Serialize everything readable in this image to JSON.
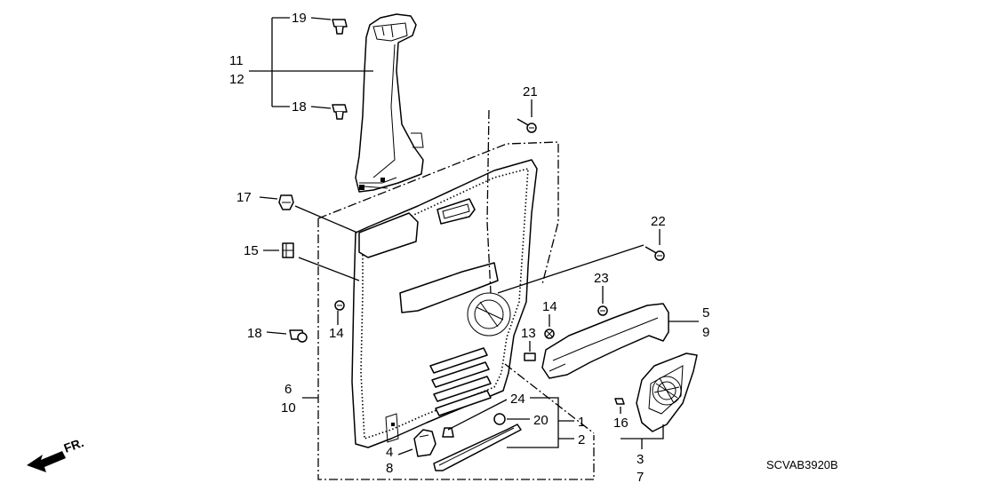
{
  "diagram_code": "SCVAB3920B",
  "front_indicator": "FR.",
  "callouts": {
    "c1": "1",
    "c2": "2",
    "c3": "3",
    "c4": "4",
    "c5": "5",
    "c6": "6",
    "c7": "7",
    "c8": "8",
    "c9": "9",
    "c10": "10",
    "c11": "11",
    "c12": "12",
    "c13": "13",
    "c14a": "14",
    "c14b": "14",
    "c15": "15",
    "c16": "16",
    "c17": "17",
    "c18a": "18",
    "c18b": "18",
    "c19": "19",
    "c20": "20",
    "c21": "21",
    "c22": "22",
    "c23": "23",
    "c24": "24"
  }
}
